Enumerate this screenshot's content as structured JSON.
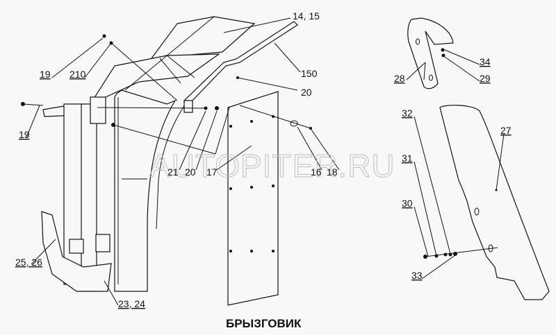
{
  "diagram": {
    "title": "БРЫЗГОВИК",
    "watermark": "AUTOPITER.RU",
    "callouts": {
      "c14_15": "14, 15",
      "c150": "150",
      "c20a": "20",
      "c19a": "19",
      "c210": "210",
      "c19b": "19",
      "c21": "21",
      "c20b": "20",
      "c17": "17",
      "c16": "16",
      "c18": "18",
      "c25_26": "25, 26",
      "c23_24": "23, 24",
      "c28": "28",
      "c34": "34",
      "c29": "29",
      "c32": "32",
      "c27": "27",
      "c31": "31",
      "c30": "30",
      "c33": "33"
    }
  }
}
